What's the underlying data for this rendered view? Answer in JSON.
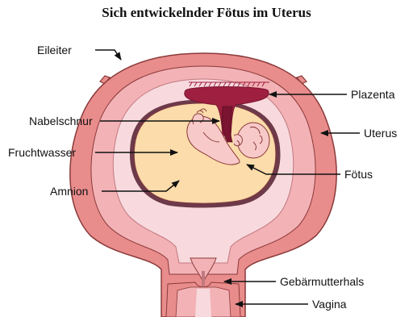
{
  "title": "Sich entwickelnder Fötus im Uterus",
  "labels": {
    "eileiter": "Eileiter",
    "plazenta": "Plazenta",
    "nabelschnur": "Nabelschnur",
    "uterus": "Uterus",
    "fruchtwasser": "Fruchtwasser",
    "foetus": "Fötus",
    "amnion": "Amnion",
    "gebaermutterhals": "Gebärmutterhals",
    "vagina": "Vagina"
  },
  "colors": {
    "uterus_wall": "#e98c8c",
    "uterus_inner": "#f3b2b6",
    "uterine_cavity": "#f8dade",
    "amniotic_fluid": "#fbdcaa",
    "placenta": "#9e1f3f",
    "fetus": "#f8c9c9",
    "outline": "#8a3a3a",
    "arrow": "#111111"
  }
}
